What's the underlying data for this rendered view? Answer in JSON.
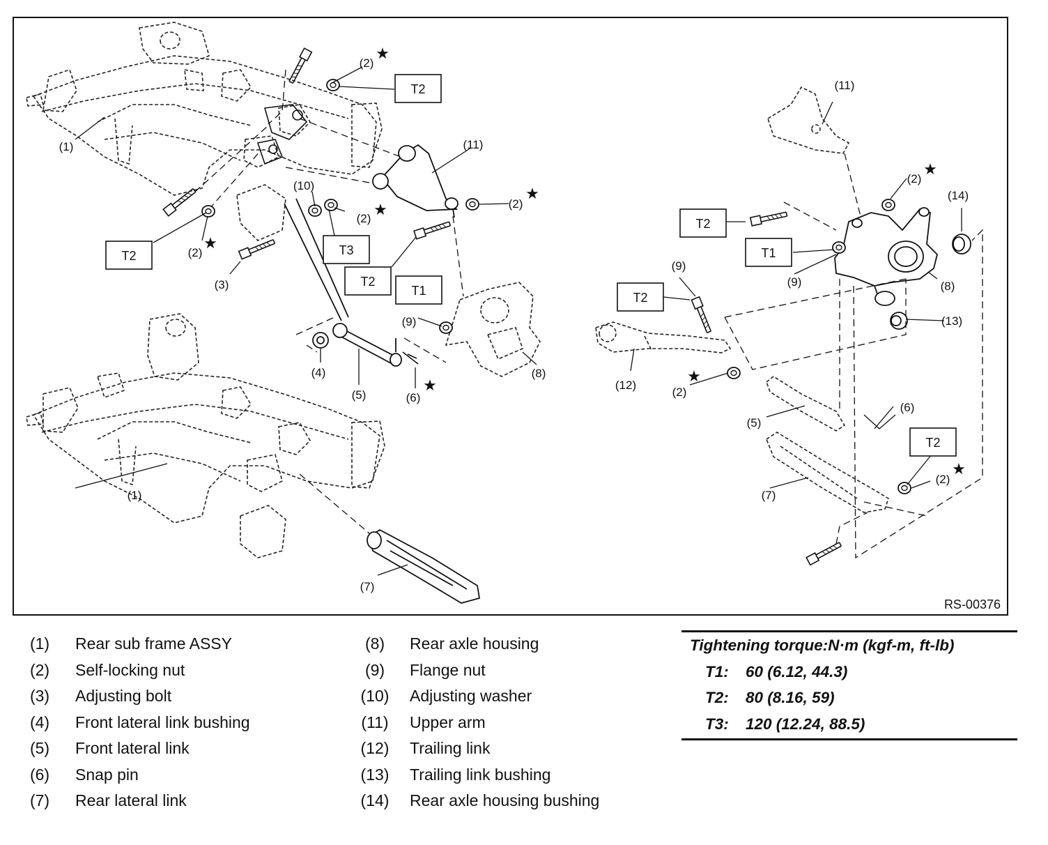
{
  "figure": {
    "code": "RS-00376",
    "callouts": {
      "c1": "(1)",
      "c2": "(2)",
      "c3": "(3)",
      "c4": "(4)",
      "c5": "(5)",
      "c6": "(6)",
      "c7": "(7)",
      "c8": "(8)",
      "c9": "(9)",
      "c10": "(10)",
      "c11": "(11)",
      "c12": "(12)",
      "c13": "(13)",
      "c14": "(14)"
    },
    "torque_tags": {
      "t1": "T1",
      "t2": "T2",
      "t3": "T3"
    },
    "star": "★"
  },
  "legend": {
    "left": [
      {
        "num": "(1)",
        "name": "Rear sub frame ASSY"
      },
      {
        "num": "(2)",
        "name": "Self-locking nut"
      },
      {
        "num": "(3)",
        "name": "Adjusting bolt"
      },
      {
        "num": "(4)",
        "name": "Front lateral link bushing"
      },
      {
        "num": "(5)",
        "name": "Front lateral link"
      },
      {
        "num": "(6)",
        "name": "Snap pin"
      },
      {
        "num": "(7)",
        "name": "Rear lateral link"
      }
    ],
    "right": [
      {
        "num": "(8)",
        "name": "Rear axle housing"
      },
      {
        "num": "(9)",
        "name": "Flange nut"
      },
      {
        "num": "(10)",
        "name": "Adjusting washer"
      },
      {
        "num": "(11)",
        "name": "Upper arm"
      },
      {
        "num": "(12)",
        "name": "Trailing link"
      },
      {
        "num": "(13)",
        "name": "Trailing link bushing"
      },
      {
        "num": "(14)",
        "name": "Rear axle housing bushing"
      }
    ]
  },
  "torque": {
    "title": "Tightening torque:N·m (kgf-m, ft-lb)",
    "rows": [
      {
        "key": "T1:",
        "value": "60 (6.12, 44.3)"
      },
      {
        "key": "T2:",
        "value": "80 (8.16, 59)"
      },
      {
        "key": "T3:",
        "value": "120 (12.24, 88.5)"
      }
    ]
  }
}
